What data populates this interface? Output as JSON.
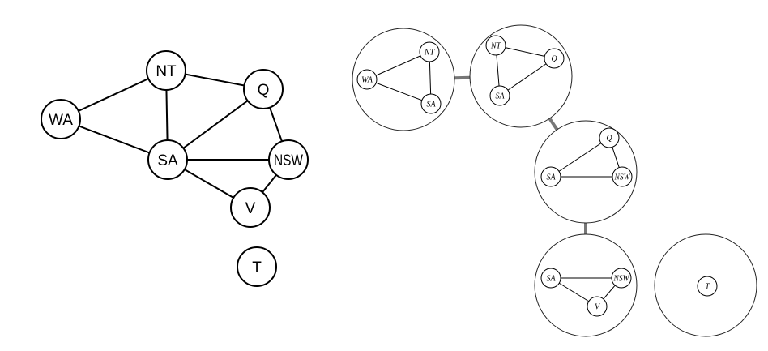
{
  "constraint_graph": {
    "nodes": [
      {
        "id": "WA",
        "label": "WA"
      },
      {
        "id": "NT",
        "label": "NT"
      },
      {
        "id": "Q",
        "label": "Q"
      },
      {
        "id": "SA",
        "label": "SA"
      },
      {
        "id": "NSW",
        "label": "NSW"
      },
      {
        "id": "V",
        "label": "V"
      },
      {
        "id": "T",
        "label": "T"
      }
    ],
    "edges": [
      [
        "WA",
        "NT"
      ],
      [
        "WA",
        "SA"
      ],
      [
        "NT",
        "SA"
      ],
      [
        "NT",
        "Q"
      ],
      [
        "SA",
        "Q"
      ],
      [
        "SA",
        "NSW"
      ],
      [
        "Q",
        "NSW"
      ],
      [
        "SA",
        "V"
      ],
      [
        "NSW",
        "V"
      ]
    ]
  },
  "tree_decomposition": {
    "bags": [
      {
        "id": "bag-1",
        "variables": [
          "WA",
          "NT",
          "SA"
        ],
        "edges": [
          [
            "WA",
            "NT"
          ],
          [
            "WA",
            "SA"
          ],
          [
            "NT",
            "SA"
          ]
        ]
      },
      {
        "id": "bag-2",
        "variables": [
          "NT",
          "Q",
          "SA"
        ],
        "edges": [
          [
            "NT",
            "Q"
          ],
          [
            "NT",
            "SA"
          ],
          [
            "SA",
            "Q"
          ]
        ]
      },
      {
        "id": "bag-3",
        "variables": [
          "Q",
          "SA",
          "NSW"
        ],
        "edges": [
          [
            "Q",
            "SA"
          ],
          [
            "Q",
            "NSW"
          ],
          [
            "SA",
            "NSW"
          ]
        ]
      },
      {
        "id": "bag-4",
        "variables": [
          "SA",
          "NSW",
          "V"
        ],
        "edges": [
          [
            "SA",
            "NSW"
          ],
          [
            "SA",
            "V"
          ],
          [
            "NSW",
            "V"
          ]
        ]
      },
      {
        "id": "bag-5",
        "variables": [
          "T"
        ],
        "edges": []
      }
    ],
    "links": [
      [
        "bag-1",
        "bag-2"
      ],
      [
        "bag-2",
        "bag-3"
      ],
      [
        "bag-3",
        "bag-4"
      ]
    ]
  }
}
